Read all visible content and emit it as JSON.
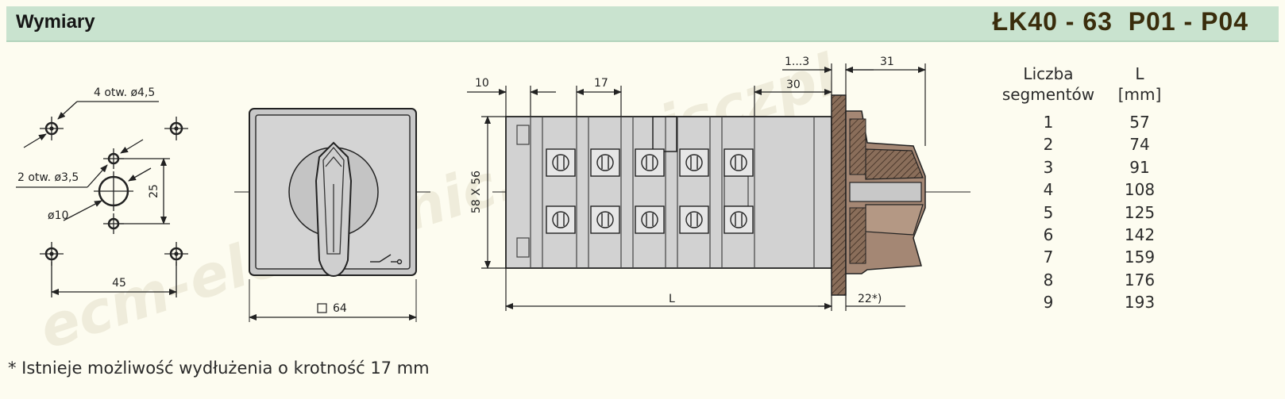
{
  "header": {
    "title": "Wymiary",
    "model": "ŁK40 - 63  P01 - P04",
    "bg_color": "#c9e3cf"
  },
  "mounting": {
    "holes_4": "4 otw. ø4,5",
    "holes_2": "2 otw. ø3,5",
    "center": "ø10",
    "width": "45",
    "height": "25"
  },
  "front": {
    "size": "64"
  },
  "side": {
    "dim_10": "10",
    "dim_17": "17",
    "dim_1_3": "1...3",
    "dim_30": "30",
    "dim_31": "31",
    "dim_58x56": "58 X 56",
    "dim_L": "L",
    "dim_22": "22*)"
  },
  "table": {
    "col1": [
      "Liczba",
      "segmentów"
    ],
    "col2": [
      "L",
      "[mm]"
    ],
    "rows": [
      {
        "n": "1",
        "L": "57"
      },
      {
        "n": "2",
        "L": "74"
      },
      {
        "n": "3",
        "L": "91"
      },
      {
        "n": "4",
        "L": "108"
      },
      {
        "n": "5",
        "L": "125"
      },
      {
        "n": "6",
        "L": "142"
      },
      {
        "n": "7",
        "L": "159"
      },
      {
        "n": "8",
        "L": "176"
      },
      {
        "n": "9",
        "L": "193"
      }
    ]
  },
  "footnote": "* Istnieje możliwość wydłużenia o krotność 17 mm",
  "watermark": "ecm-electronic.serwisczpl"
}
